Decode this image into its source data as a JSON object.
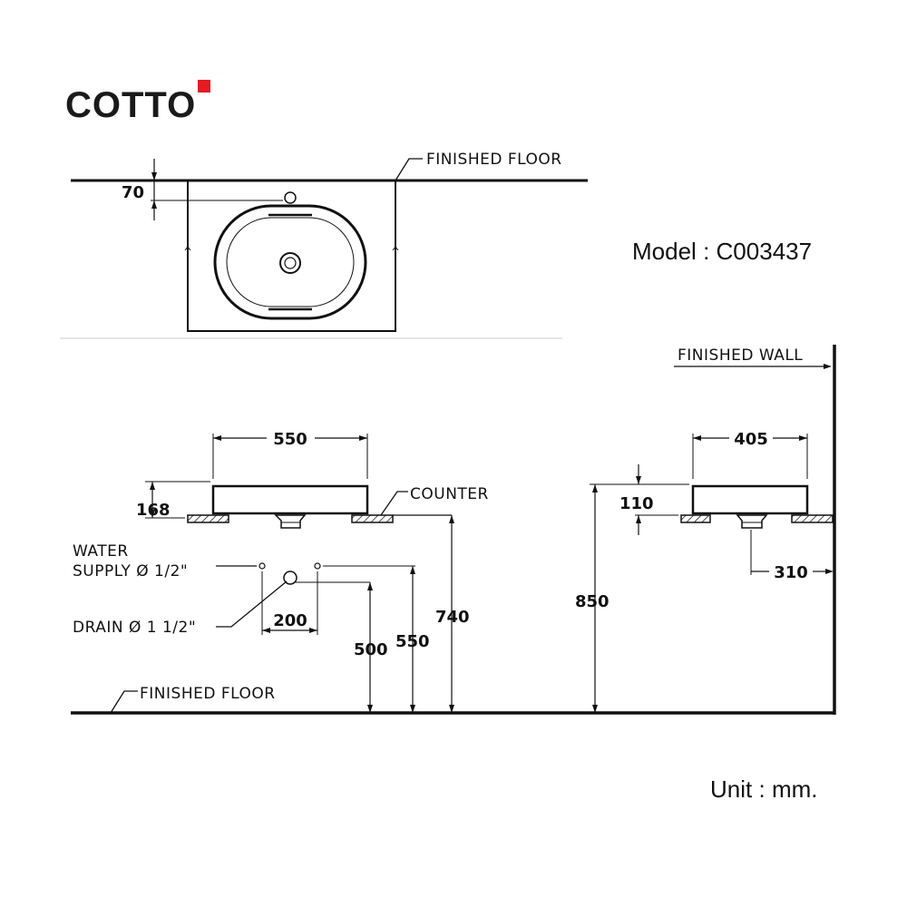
{
  "brand": {
    "name": "COTTO",
    "accent_color": "#e31b23"
  },
  "model": {
    "label": "Model",
    "separator": ":",
    "code": "C003437"
  },
  "unit": {
    "label": "Unit",
    "separator": ":",
    "value": "mm."
  },
  "labels": {
    "finished_floor_top": "FINISHED FLOOR",
    "finished_floor_bottom": "FINISHED FLOOR",
    "finished_wall": "FINISHED WALL",
    "counter": "COUNTER",
    "water_supply_line1": "WATER",
    "water_supply_line2": "SUPPLY Ø 1/2\"",
    "drain": "DRAIN Ø 1 1/2\""
  },
  "dimensions": {
    "top_offset": "70",
    "front_width": "550",
    "front_height": "168",
    "supply_spacing": "200",
    "drain_height": "500",
    "supply_height": "550",
    "counter_height_front": "740",
    "side_depth": "405",
    "side_height": "110",
    "overall_height": "850",
    "drain_wall_offset": "310"
  }
}
